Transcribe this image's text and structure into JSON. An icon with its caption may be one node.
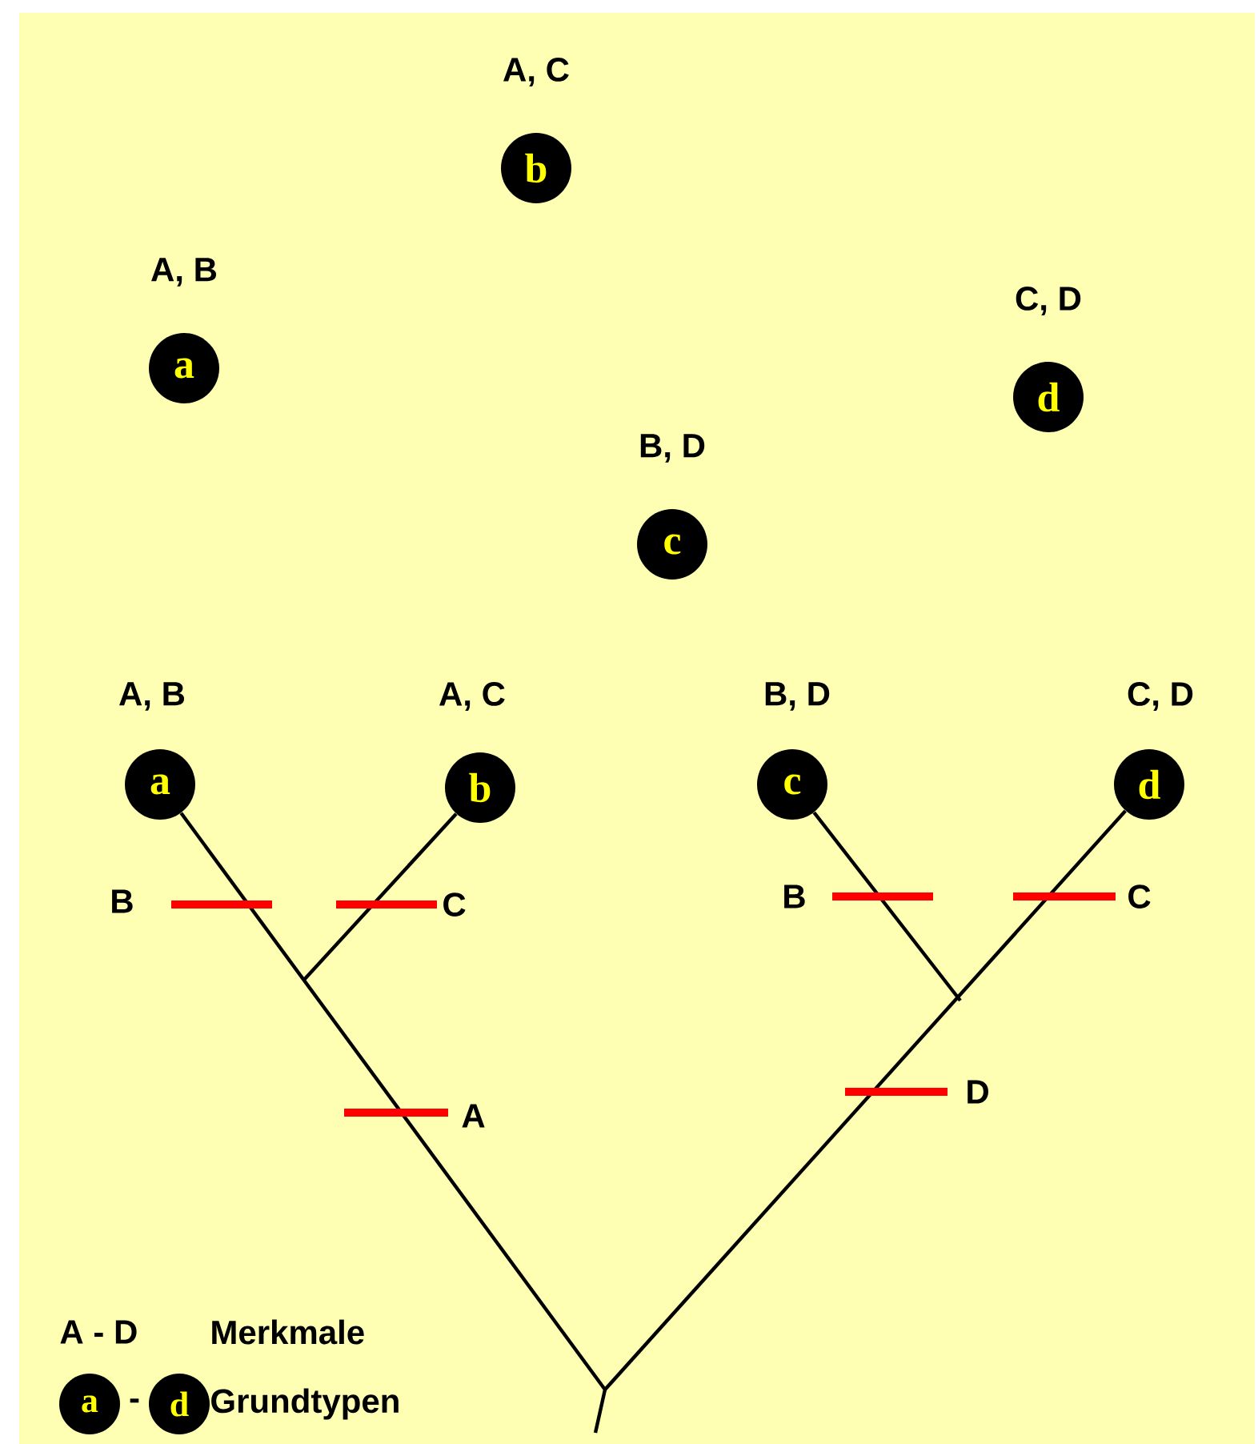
{
  "diagram": {
    "nodes": [
      {
        "text": [
          "a"
        ],
        "beside": [
          "A, B"
        ]
      },
      {
        "text": [
          "b"
        ],
        "beside": [
          "A, C"
        ]
      },
      {
        "text": [
          "c"
        ],
        "beside": [
          "B, D"
        ]
      },
      {
        "text": [
          "d"
        ],
        "beside": [
          "C, D"
        ]
      },
      {
        "text": [
          "a"
        ],
        "beside": [
          "A, B"
        ]
      },
      {
        "text": [
          "b"
        ],
        "beside": [
          "A, C"
        ]
      },
      {
        "text": [
          "c"
        ],
        "beside": [
          "B, D"
        ]
      },
      {
        "text": [
          "d"
        ],
        "beside": [
          "C, D"
        ]
      },
      {
        "text": [
          "a"
        ]
      },
      {
        "text": [
          "d"
        ]
      }
    ],
    "edges": [
      {
        "from": null,
        "to": 4,
        "arrow": "none"
      },
      {
        "from": null,
        "to": 5,
        "arrow": "none"
      },
      {
        "from": null,
        "to": 6,
        "arrow": "none"
      },
      {
        "from": null,
        "to": 7,
        "arrow": "none"
      }
    ],
    "labels": [
      "B",
      "C",
      "B",
      "C",
      "D",
      "A",
      "A - D",
      "Merkmale",
      "-",
      "Grundtypen"
    ]
  }
}
